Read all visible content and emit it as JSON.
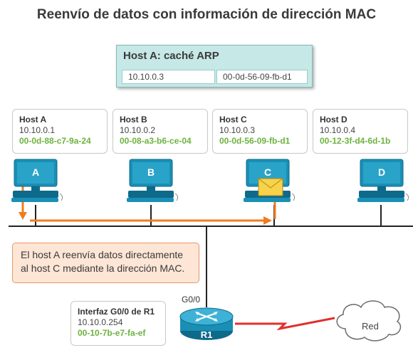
{
  "title": "Reenvío de datos con información de dirección MAC",
  "arp_cache": {
    "title": "Host A: caché ARP",
    "ip": "10.10.0.3",
    "mac": "00-0d-56-09-fb-d1"
  },
  "hosts": [
    {
      "name": "Host A",
      "ip": "10.10.0.1",
      "mac": "00-0d-88-c7-9a-24",
      "letter": "A"
    },
    {
      "name": "Host B",
      "ip": "10.10.0.2",
      "mac": "00-08-a3-b6-ce-04",
      "letter": "B"
    },
    {
      "name": "Host C",
      "ip": "10.10.0.3",
      "mac": "00-0d-56-09-fb-d1",
      "letter": "C"
    },
    {
      "name": "Host D",
      "ip": "10.10.0.4",
      "mac": "00-12-3f-d4-6d-1b",
      "letter": "D"
    }
  ],
  "note": {
    "line1": "El host A reenvía datos directamente",
    "line2": "al host C mediante la dirección MAC."
  },
  "router": {
    "interface_title": "Interfaz G0/0 de R1",
    "ip": "10.10.0.254",
    "mac": "00-10-7b-e7-fa-ef",
    "port_label": "G0/0",
    "name": "R1"
  },
  "cloud_label": "Red",
  "colors": {
    "accent_green": "#6cb33f",
    "arrow_orange": "#f07c1e",
    "pc_teal": "#1a8fb5",
    "link_red": "#e0302c"
  }
}
